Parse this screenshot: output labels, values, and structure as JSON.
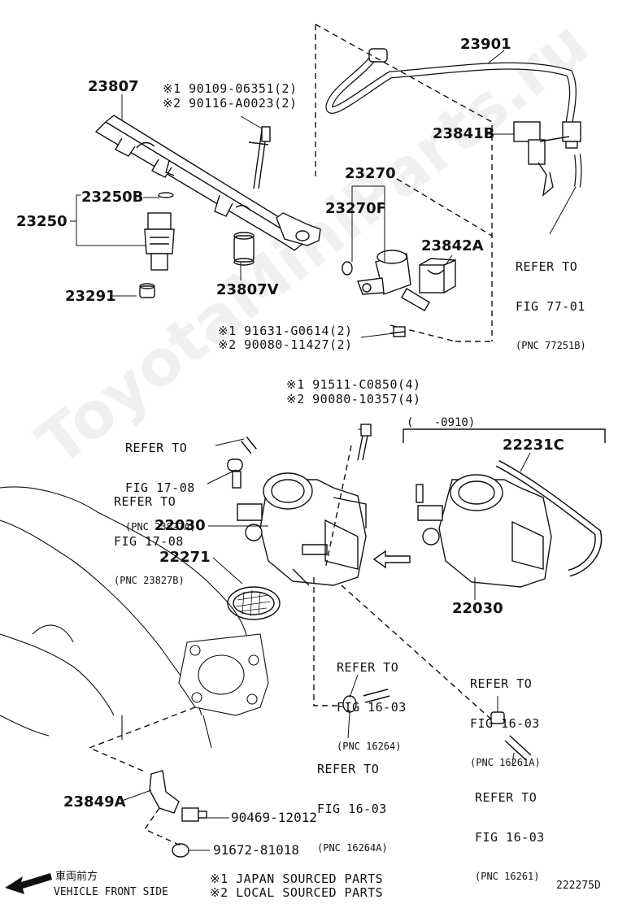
{
  "watermark": "ToyotaMiniParts.ru",
  "labels": {
    "p23807": "23807",
    "p23901": "23901",
    "p23841B": "23841B",
    "p23270": "23270",
    "p23270F": "23270F",
    "p23250B": "23250B",
    "p23250": "23250",
    "p23842A": "23842A",
    "p23291": "23291",
    "p23807V": "23807V",
    "p22231C": "22231C",
    "p22030a": "22030",
    "p22030b": "22030",
    "p22271": "22271",
    "p23849A": "23849A",
    "p90469": "90469-12012",
    "p91672": "91672-81018",
    "fig_code": "222275D",
    "date_range": "(   -0910)"
  },
  "bolts": {
    "b1_line1": "※1 90109-06351(2)",
    "b1_line2": "※2 90116-A0023(2)",
    "b2_line1": "※1 91631-G0614(2)",
    "b2_line2": "※2 90080-11427(2)",
    "b3_line1": "※1 91511-C0850(4)",
    "b3_line2": "※2 90080-10357(4)"
  },
  "refs": {
    "r7701": [
      "REFER TO",
      "FIG 77-01",
      "(PNC 77251B)"
    ],
    "r1708a": [
      "REFER TO",
      "FIG 17-08",
      "(PNC 23827A)"
    ],
    "r1708b": [
      "REFER TO",
      "FIG 17-08",
      "(PNC 23827B)"
    ],
    "r16264": [
      "REFER TO",
      "FIG 16-03",
      "(PNC 16264)"
    ],
    "r16261A": [
      "REFER TO",
      "FIG 16-03",
      "(PNC 16261A)"
    ],
    "r16264A": [
      "REFER TO",
      "FIG 16-03",
      "(PNC 16264A)"
    ],
    "r16261": [
      "REFER TO",
      "FIG 16-03",
      "(PNC 16261)"
    ]
  },
  "footer": {
    "vehicle_front_jp": "車両前方",
    "vehicle_front_en": "VEHICLE FRONT SIDE",
    "note1": "※1 JAPAN SOURCED PARTS",
    "note2": "※2 LOCAL SOURCED PARTS"
  }
}
